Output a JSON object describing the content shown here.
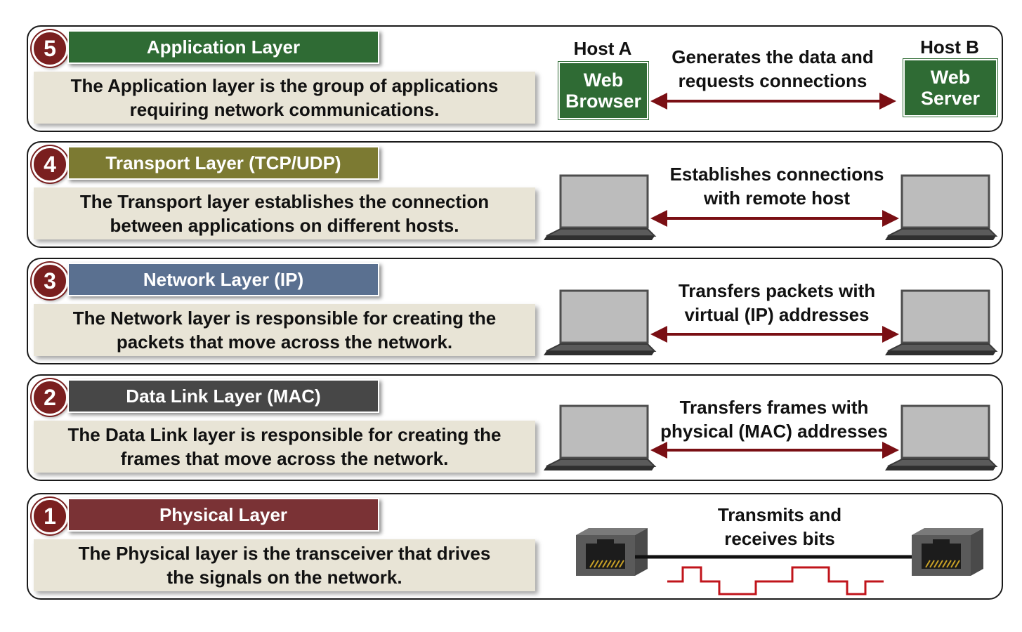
{
  "layers": [
    {
      "number": "5",
      "title": "Application Layer",
      "title_color": "#2f6b34",
      "desc_line1": "The Application layer is the group of applications",
      "desc_line2": "requiring network communications.",
      "caption_line1": "Generates the data and",
      "caption_line2": "requests connections",
      "host_a_label": "Host A",
      "host_a_box": "Web Browser",
      "host_b_label": "Host B",
      "host_b_box": "Web Server"
    },
    {
      "number": "4",
      "title": "Transport Layer (TCP/UDP)",
      "title_color": "#7c7a32",
      "desc_line1": "The Transport layer establishes the connection",
      "desc_line2": "between applications on different hosts.",
      "caption_line1": "Establishes connections",
      "caption_line2": "with remote host"
    },
    {
      "number": "3",
      "title": "Network Layer (IP)",
      "title_color": "#5a7090",
      "desc_line1": "The Network layer is responsible for creating the",
      "desc_line2": "packets that move across the network.",
      "caption_line1": "Transfers packets with",
      "caption_line2": "virtual (IP) addresses"
    },
    {
      "number": "2",
      "title": "Data Link Layer (MAC)",
      "title_color": "#474747",
      "desc_line1": "The Data Link layer is responsible for creating the",
      "desc_line2": "frames that move across the network.",
      "caption_line1": "Transfers frames with",
      "caption_line2": "physical (MAC) addresses"
    },
    {
      "number": "1",
      "title": "Physical Layer",
      "title_color": "#7a3235",
      "desc_line1": "The Physical layer is the transceiver that drives",
      "desc_line2": "the signals on the network.",
      "caption_line1": "Transmits and",
      "caption_line2": "receives bits"
    }
  ],
  "colors": {
    "badge": "#7a1f1f",
    "arrow": "#7a0f14",
    "signal": "#c0141b",
    "host_box": "#2f6b34",
    "desc_bg": "#e8e4d6",
    "laptop_screen": "#b8b8b8",
    "laptop_frame": "#555555"
  }
}
